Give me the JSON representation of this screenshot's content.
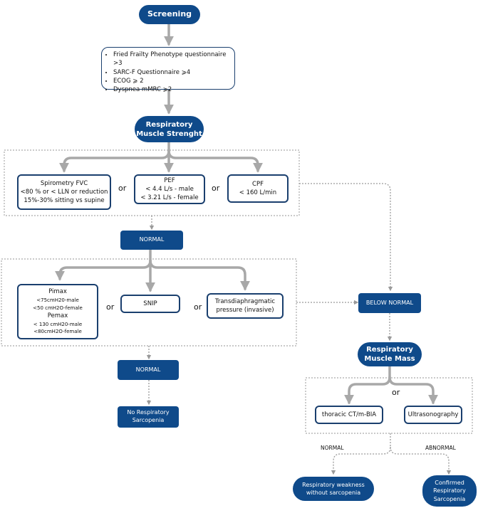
{
  "screening": "Screening",
  "criteria": [
    "Fried Frailty Phenotype questionnaire >3",
    "SARC-F Questionnaire ⩾4",
    "ECOG ⩾ 2",
    "Dyspnea mMRC ⩾2"
  ],
  "strength": {
    "line1": "Respiratory",
    "line2": "Muscle Strenght"
  },
  "tests1": {
    "spirometry": {
      "line1": "Spirometry FVC",
      "line2": "<80 % or < LLN or reduction",
      "line3": "15%-30% sitting vs supine"
    },
    "pef": {
      "line1": "PEF",
      "line2": "< 4.4 L/s - male",
      "line3": "< 3.21 L/s - female"
    },
    "cpf": {
      "line1": "CPF",
      "line2": "< 160 L/min"
    }
  },
  "or_label": "or",
  "normal1": "NORMAL",
  "tests2": {
    "pimax": {
      "title": "Pimax",
      "l1": "<75cmH20-male",
      "l2": "<50 cmH2O-female",
      "title2": "Pemax",
      "l3": "< 130 cmH20-male",
      "l4": "<80cmH2O-female"
    },
    "snip": "SNIP",
    "pdi": {
      "line1": "Transdiaphragmatic",
      "line2": "pressure (invasive)"
    }
  },
  "normal2": "NORMAL",
  "no_sarcopenia": {
    "line1": "No Respiratory",
    "line2": "Sarcopenia"
  },
  "below_normal": "BELOW NORMAL",
  "mass": {
    "line1": "Respiratory",
    "line2": "Muscle Mass"
  },
  "mass_tests": {
    "ct": "thoracic CT/m-BIA",
    "us": "Ultrasonography"
  },
  "normal3": "NORMAL",
  "abnormal": "ABNORMAL",
  "weakness": {
    "line1": "Respiratory weakness",
    "line2": "without sarcopenia"
  },
  "confirmed": {
    "line1": "Confirmed",
    "line2": "Respiratory",
    "line3": "Sarcopenia"
  },
  "colors": {
    "primary": "#0f4a8a",
    "border": "#1a3f6e",
    "arrow": "#a8a8a8",
    "dotted": "#9a9a9a"
  }
}
